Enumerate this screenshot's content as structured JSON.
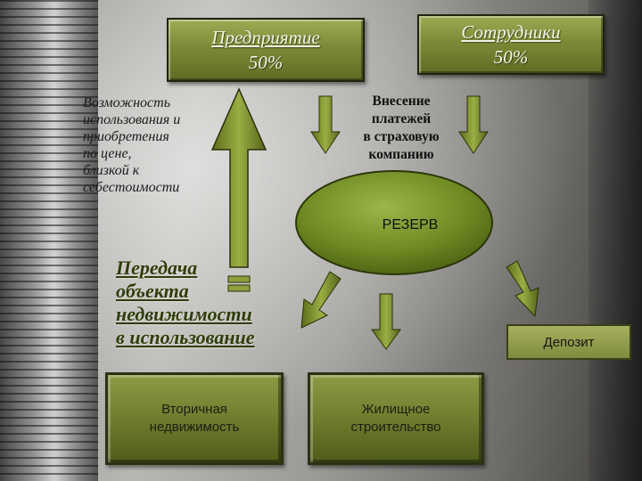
{
  "top_boxes": {
    "enterprise": {
      "line1": "Предприятие",
      "line2": "50%"
    },
    "employees": {
      "line1": "Сотрудники",
      "line2": "50%"
    }
  },
  "left_note": [
    "Возможность",
    "использования и",
    "приобретения",
    "по цене,",
    "близкой к",
    "себестоимости"
  ],
  "payments_note": [
    "Внесение",
    "платежей",
    "в страховую",
    "компанию"
  ],
  "reserve": "РЕЗЕРВ",
  "transfer_note": [
    "Передача",
    "объекта",
    "недвижимости",
    "в использование"
  ],
  "deposit": "Депозит",
  "bottom_boxes": {
    "secondary": [
      "Вторичная",
      "недвижимость"
    ],
    "housing": [
      "Жилищное",
      "строительство"
    ]
  },
  "colors": {
    "olive_light": "#9eab55",
    "olive_dark": "#5f6d24",
    "arrow_fill": "#7a8c2c",
    "ellipse_fill": "#6f8a22"
  }
}
